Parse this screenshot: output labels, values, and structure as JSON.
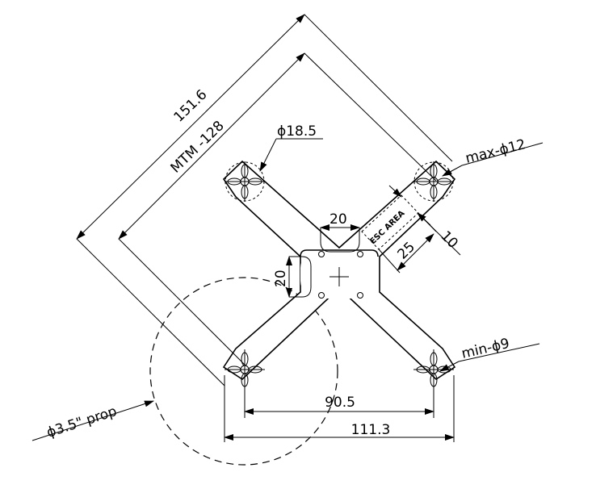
{
  "colors": {
    "line": "#000000",
    "background": "#ffffff"
  },
  "labels": {
    "dim_diagonal": "151.6",
    "dim_motor_to_motor": "MTM -128",
    "hub_diameter": "ϕ18.5",
    "max_hole": "max-ϕ12",
    "min_hole": "min-ϕ9",
    "prop_size": "ϕ3.5\" prop",
    "esc_area": "ESC AREA",
    "dim_top_cutout": "20",
    "dim_left_cutout": "20",
    "dim_esc_width": "10",
    "dim_esc_length": "25",
    "dim_inner_span": "90.5",
    "dim_outer_span": "111.3"
  }
}
